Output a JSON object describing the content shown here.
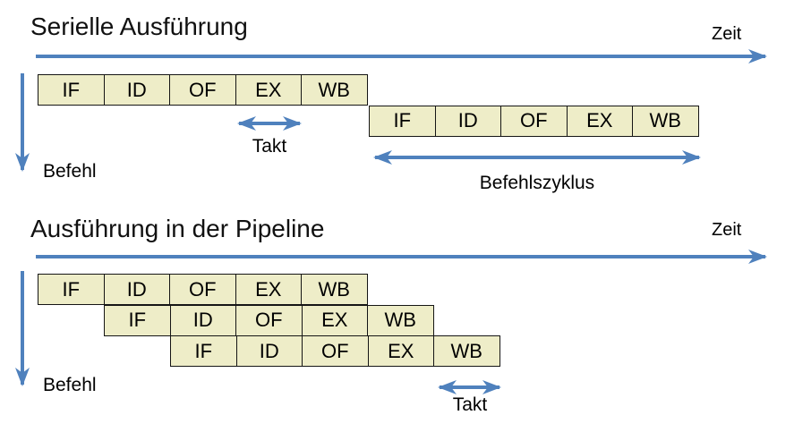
{
  "serial": {
    "title": "Serielle Ausführung",
    "zeit": "Zeit",
    "befehl": "Befehl",
    "takt": "Takt",
    "befehlszyklus": "Befehlszyklus",
    "rows": [
      {
        "cells": [
          "IF",
          "ID",
          "OF",
          "EX",
          "WB"
        ]
      },
      {
        "cells": [
          "IF",
          "ID",
          "OF",
          "EX",
          "WB"
        ]
      }
    ]
  },
  "pipeline": {
    "title": "Ausführung in der Pipeline",
    "zeit": "Zeit",
    "befehl": "Befehl",
    "takt": "Takt",
    "rows": [
      {
        "cells": [
          "IF",
          "ID",
          "OF",
          "EX",
          "WB"
        ]
      },
      {
        "cells": [
          "IF",
          "ID",
          "OF",
          "EX",
          "WB"
        ]
      },
      {
        "cells": [
          "IF",
          "ID",
          "OF",
          "EX",
          "WB"
        ]
      }
    ]
  },
  "colors": {
    "box_fill": "#EEEDC8",
    "box_border": "#151515",
    "arrow": "#4F81BD",
    "text": "#000000"
  }
}
